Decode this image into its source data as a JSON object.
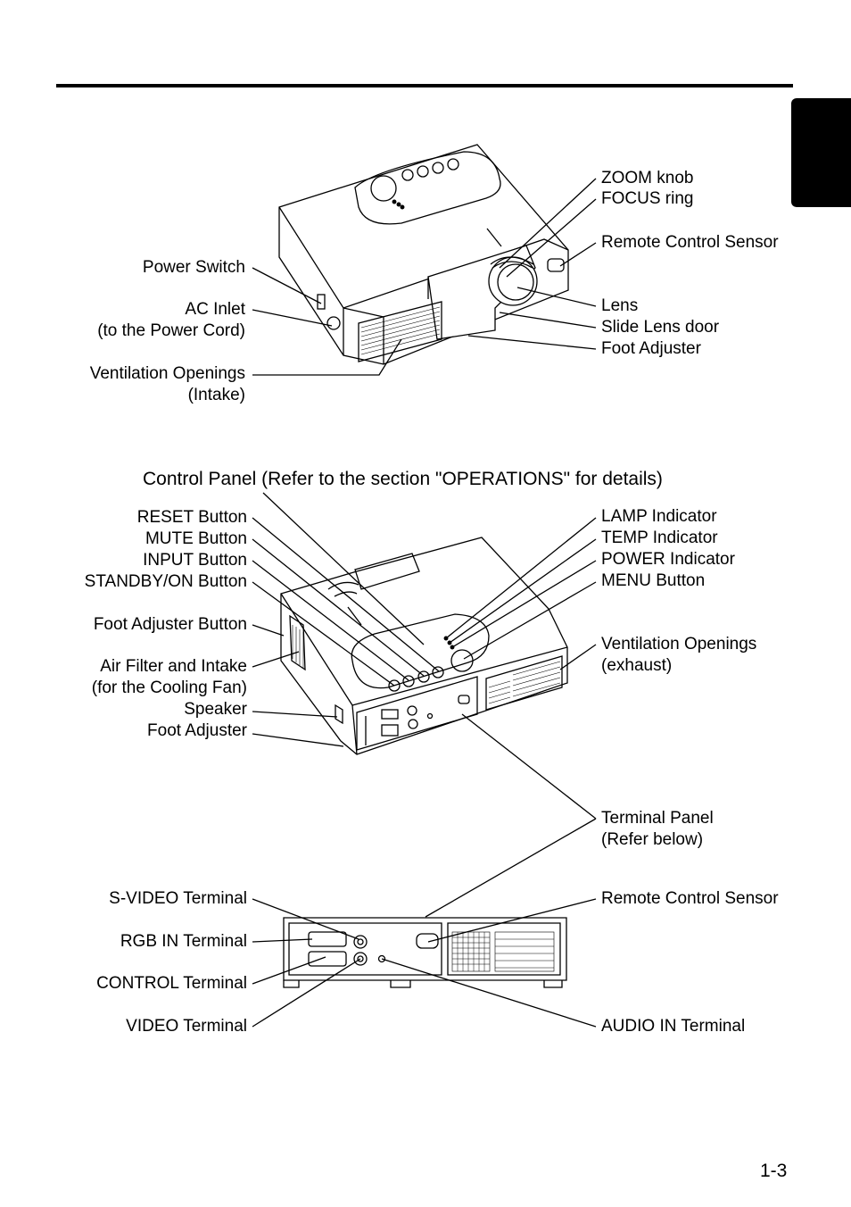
{
  "page": {
    "number": "1-3"
  },
  "section1": {
    "labels_left": [
      "Power Switch",
      "AC Inlet",
      "(to the Power Cord)",
      "Ventilation Openings",
      "(Intake)"
    ],
    "labels_right": [
      "ZOOM knob",
      "FOCUS ring",
      "Remote Control Sensor",
      "Lens",
      "Slide Lens door",
      "Foot Adjuster"
    ]
  },
  "section2": {
    "heading": "Control Panel (Refer to the section \"OPERATIONS\" for details)",
    "labels_left": [
      "RESET Button",
      "MUTE Button",
      "INPUT Button",
      "STANDBY/ON Button",
      "Foot Adjuster Button",
      "Air Filter and Intake",
      "(for the Cooling Fan)",
      "Speaker",
      "Foot Adjuster"
    ],
    "labels_right": [
      "LAMP Indicator",
      "TEMP Indicator",
      "POWER Indicator",
      "MENU Button",
      "Ventilation Openings",
      "(exhaust)",
      "Terminal Panel",
      "(Refer below)"
    ]
  },
  "section3": {
    "labels_left": [
      "S-VIDEO Terminal",
      "RGB IN Terminal",
      "CONTROL Terminal",
      "VIDEO Terminal"
    ],
    "labels_right": [
      "Remote Control Sensor",
      "AUDIO IN Terminal"
    ]
  }
}
